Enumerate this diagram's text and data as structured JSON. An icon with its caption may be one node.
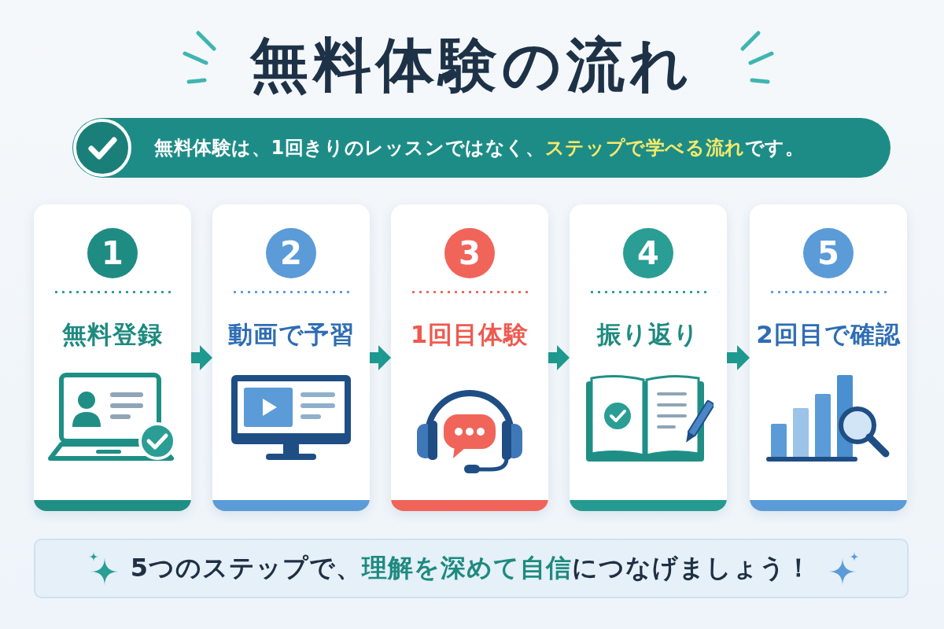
{
  "diagram": {
    "title": "無料体験の流れ",
    "nodes": [
      {
        "text": [
          "無料体験は、1回きりのレッスンではなく、**ステップで学べる流れ**です。"
        ]
      },
      {
        "text": [
          "1",
          "無料登録"
        ]
      },
      {
        "text": [
          "2",
          "動画で予習"
        ]
      },
      {
        "text": [
          "3",
          "1回目体験"
        ]
      },
      {
        "text": [
          "4",
          "振り返り"
        ]
      },
      {
        "text": [
          "5",
          "2回目で確認"
        ]
      },
      {
        "text": [
          "5つのステップで、**理解を深めて自信**につなげましょう！"
        ]
      }
    ],
    "edges": [
      {
        "from": 1,
        "to": 2,
        "arrow": "to"
      },
      {
        "from": 2,
        "to": 3,
        "arrow": "to"
      },
      {
        "from": 3,
        "to": 4,
        "arrow": "to"
      },
      {
        "from": 4,
        "to": 5,
        "arrow": "to"
      }
    ]
  }
}
